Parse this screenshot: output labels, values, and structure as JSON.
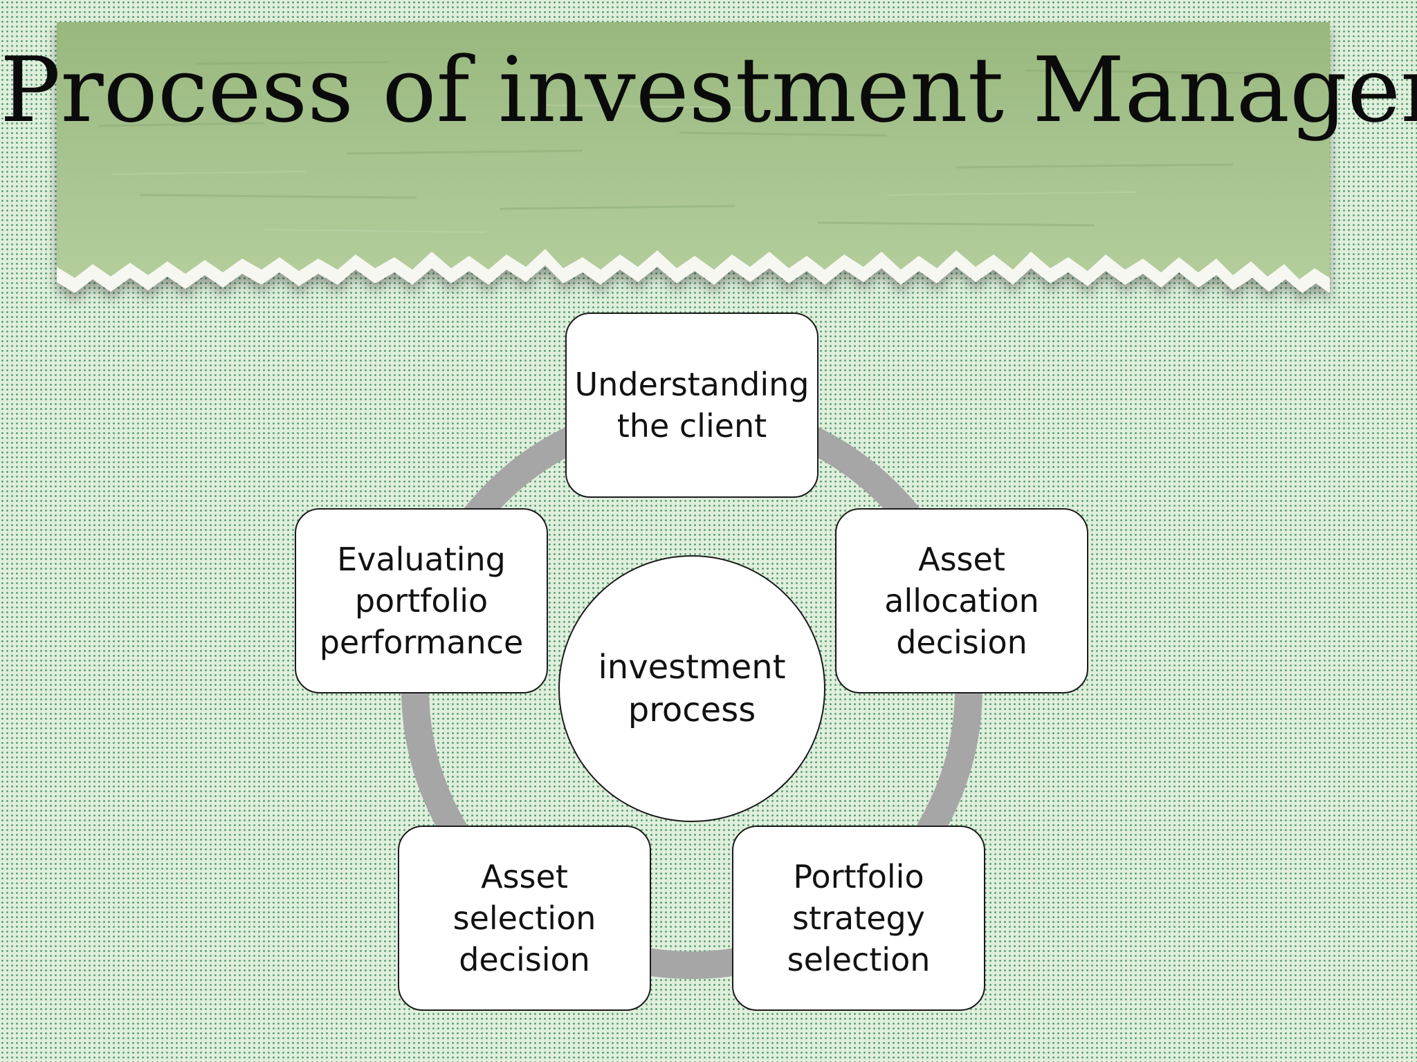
{
  "slide": {
    "title": "Process of investment Management"
  },
  "colors": {
    "background": "#e0eedc",
    "dots": "#4f9a6a",
    "banner": "#9dbb82",
    "ring": "#a6a6a6",
    "node_fill": "#ffffff",
    "node_border": "#1a1a1a"
  },
  "diagram": {
    "type": "cycle",
    "center": {
      "label": "investment process"
    },
    "steps": [
      {
        "label": "Understanding the client"
      },
      {
        "label": "Asset allocation decision"
      },
      {
        "label": "Portfolio strategy selection"
      },
      {
        "label": "Asset selection decision"
      },
      {
        "label": "Evaluating portfolio performance"
      }
    ]
  }
}
